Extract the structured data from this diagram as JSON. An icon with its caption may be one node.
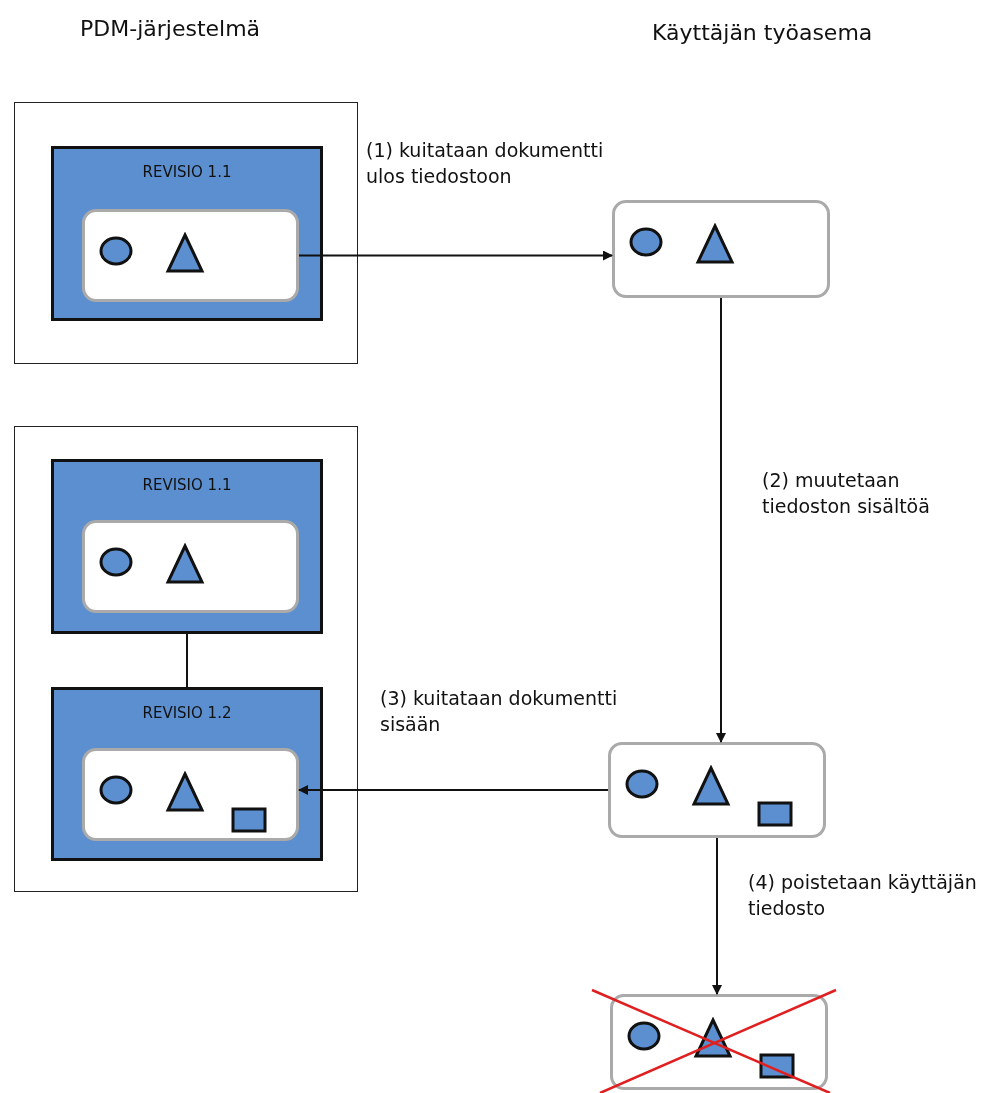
{
  "diagram": {
    "nodes": [
      {
        "text": [],
        "shape": "box"
      },
      {
        "text": [
          "REVISIO 1.1"
        ],
        "in": 0
      },
      {
        "text": [],
        "shape": "box",
        "in": 1
      },
      {
        "text": [],
        "shape": "box"
      },
      {
        "text": [],
        "shape": "box"
      },
      {
        "text": [
          "REVISIO 1.1"
        ],
        "in": 4
      },
      {
        "text": [],
        "shape": "box",
        "in": 5
      },
      {
        "text": [
          "REVISIO 1.2"
        ],
        "in": 4
      },
      {
        "text": [],
        "shape": "box",
        "in": 7
      },
      {
        "text": [],
        "shape": "box"
      },
      {
        "text": [],
        "shape": "box"
      }
    ],
    "edges": [
      {
        "from": 2,
        "to": 3,
        "arrow": "to",
        "label": "(1) kuitataan dokumentti ulos tiedostoon"
      },
      {
        "from": 3,
        "to": 9,
        "arrow": "to",
        "label": "(2) muutetaan tiedoston sisältöä"
      },
      {
        "from": 5,
        "to": 7,
        "arrow": "none"
      },
      {
        "from": 9,
        "to": 8,
        "arrow": "to",
        "label": "(3) kuitataan dokumentti sisään"
      },
      {
        "from": 9,
        "to": 10,
        "arrow": "to",
        "label": "(4) poistetaan käyttäjän tiedosto"
      }
    ],
    "labels": [
      "PDM-järjestelmä",
      "Käyttäjän työasema"
    ]
  }
}
